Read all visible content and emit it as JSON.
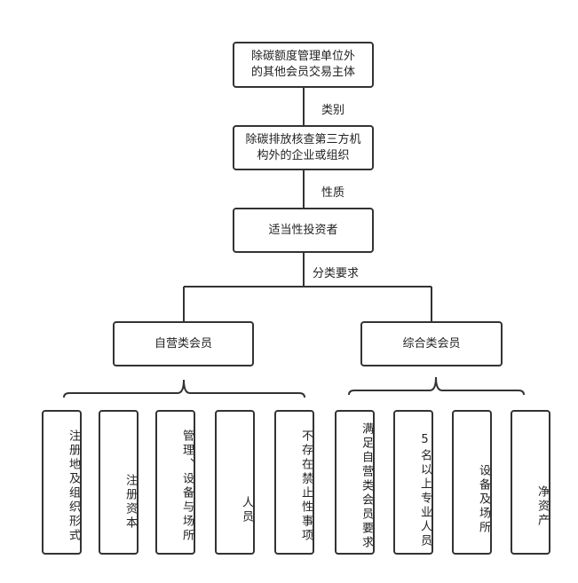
{
  "level1": "除碳额度管理单位外的其他会员交易主体",
  "level2": "除碳排放核查第三方机构外的企业或组织",
  "level3": "适当性投资者",
  "edge1": "类别",
  "edge2": "性质",
  "edge3": "分类要求",
  "self_member": "自营类会员",
  "comprehensive_member": "综合类会员",
  "self_reqs": [
    "注册地及组织形式",
    "注册资本",
    "管理、设备与场所",
    "人员",
    "不存在禁止性事项"
  ],
  "comp_reqs": [
    "满足自营类会员要求",
    "5名以上专业人员",
    "设备及场所",
    "净资产"
  ]
}
